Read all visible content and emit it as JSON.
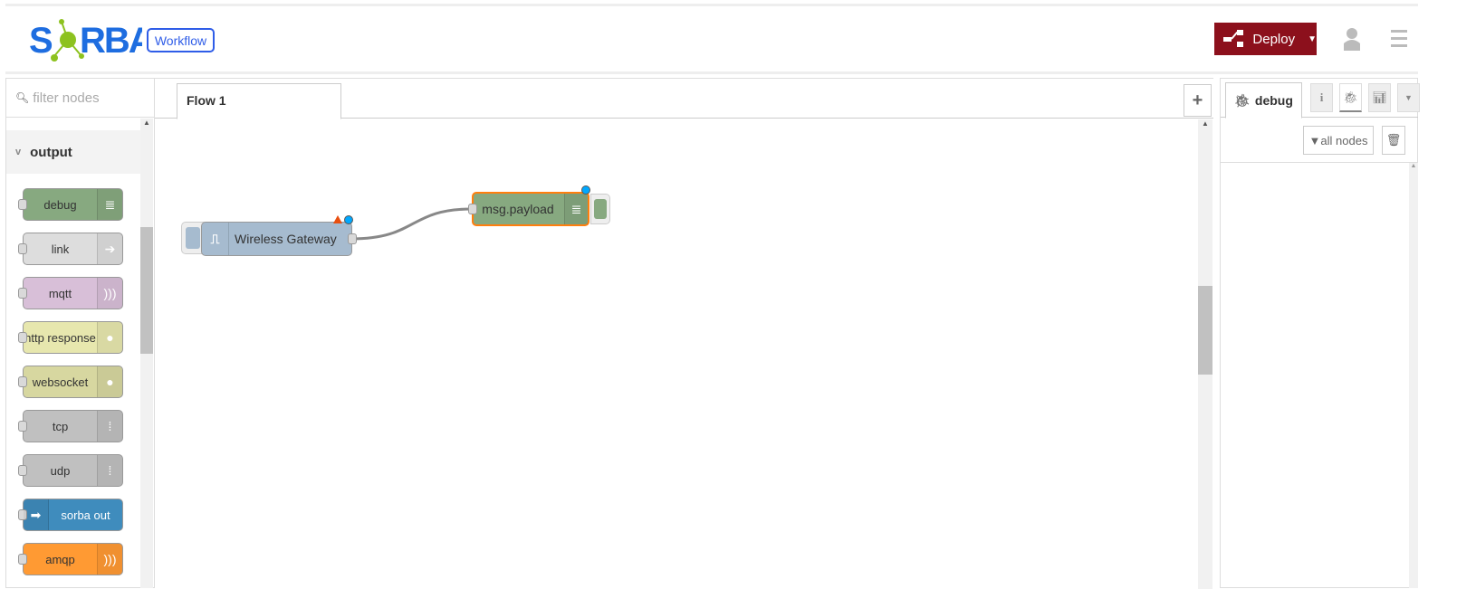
{
  "header": {
    "logo_text": "SORBA",
    "badge": "Workflow",
    "deploy_label": "Deploy"
  },
  "palette": {
    "filter_placeholder": "filter nodes",
    "category": "output",
    "nodes": [
      {
        "label": "debug",
        "color": "#87a980",
        "icon": "≣",
        "port": "left"
      },
      {
        "label": "link",
        "color": "#dddddd",
        "icon": "➔",
        "port": "left"
      },
      {
        "label": "mqtt",
        "color": "#d8bfd8",
        "icon": ")))",
        "port": "left"
      },
      {
        "label": "http response",
        "color": "#e7e7ae",
        "icon": "●",
        "port": "left"
      },
      {
        "label": "websocket",
        "color": "#d7d7a0",
        "icon": "●",
        "port": "left"
      },
      {
        "label": "tcp",
        "color": "#c0c0c0",
        "icon": "⁞",
        "port": "left"
      },
      {
        "label": "udp",
        "color": "#c0c0c0",
        "icon": "⁞",
        "port": "left"
      },
      {
        "label": "sorba out",
        "color": "#3f8cbd",
        "icon": "➡",
        "port": "left"
      },
      {
        "label": "amqp",
        "color": "#ff9a33",
        "icon": ")))",
        "port": "left"
      }
    ]
  },
  "workspace": {
    "tab": "Flow 1",
    "nodes": {
      "gateway": "Wireless Gateway",
      "debug": "msg.payload"
    }
  },
  "sidebar": {
    "tab": "debug",
    "filter_label": "all nodes"
  }
}
